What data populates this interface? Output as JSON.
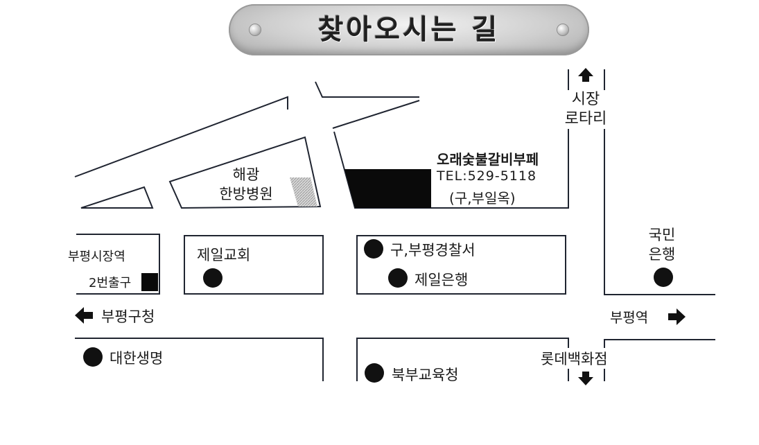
{
  "title": "찾아오시는 길",
  "destination": {
    "name": "오래숯불갈비부페",
    "phone": "TEL:529-5118",
    "former_name": "(구,부일옥)"
  },
  "directions": {
    "north": [
      "시장",
      "로타리"
    ],
    "west": "부평구청",
    "east": "부평역",
    "south": "롯데백화점"
  },
  "landmarks": {
    "hospital": [
      "해광",
      "한방병원"
    ],
    "station_exit": [
      "부평시장역",
      "2번출구"
    ],
    "church": "제일교회",
    "police": "구,부평경찰서",
    "bank_jeil": "제일은행",
    "bank_kookmin": [
      "국민",
      "은행"
    ],
    "insurance": "대한생명",
    "education_office": "북부교육청"
  },
  "colors": {
    "road_line": "#1f2430",
    "building_fill": "#0a0a0a",
    "hatch": "#bcbcbc",
    "text": "#1a1a1a"
  },
  "icons": {
    "marker": "filled-circle",
    "direction": "arrow"
  }
}
